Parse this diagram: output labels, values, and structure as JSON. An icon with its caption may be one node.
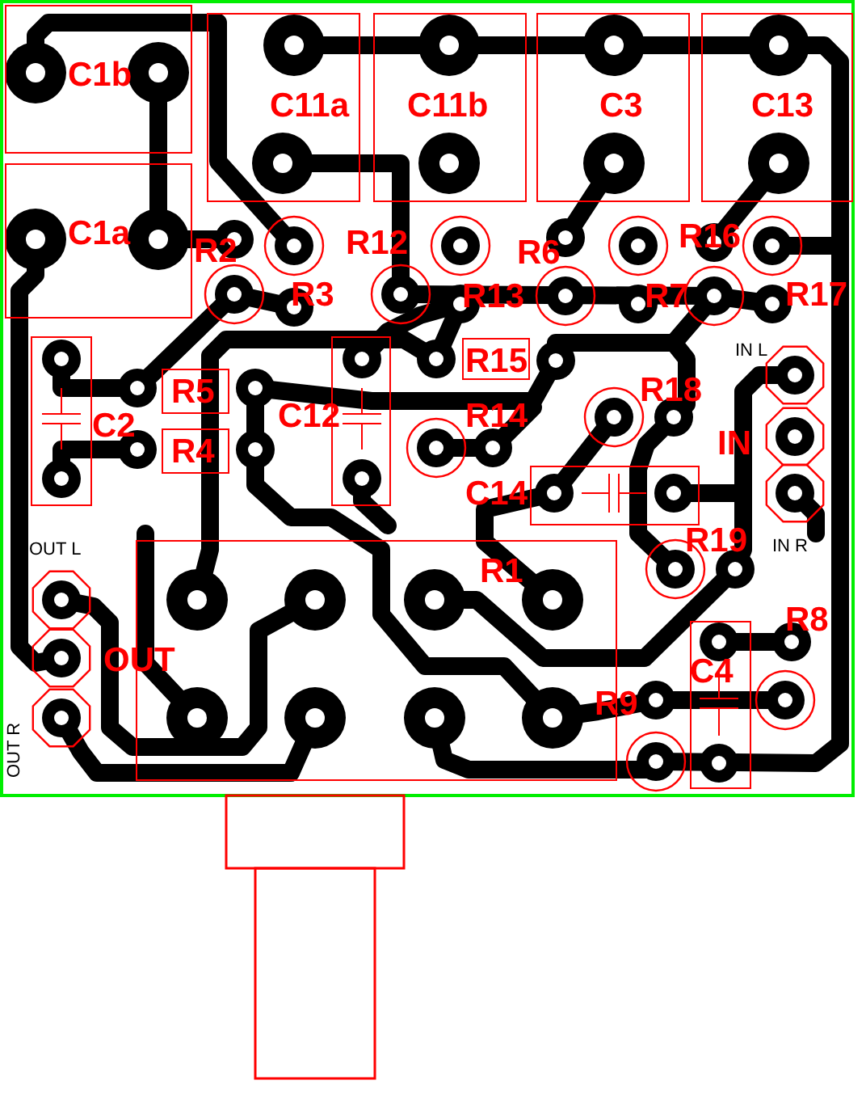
{
  "diagram": {
    "nodes": [
      {
        "text": [
          "C1b"
        ]
      },
      {
        "text": [
          "C11a"
        ]
      },
      {
        "text": [
          "C11b"
        ]
      },
      {
        "text": [
          "C3"
        ]
      },
      {
        "text": [
          "C13"
        ]
      },
      {
        "text": [
          "C1a"
        ]
      },
      {
        "text": [
          "R15"
        ]
      },
      {
        "text": [
          "C2"
        ]
      },
      {
        "text": [
          "R5"
        ]
      },
      {
        "text": [
          "C12"
        ]
      },
      {
        "text": [
          "R4"
        ]
      },
      {
        "text": [
          "C14"
        ]
      },
      {
        "text": [
          "R1"
        ]
      },
      {
        "text": [
          "C4"
        ]
      }
    ],
    "labels": [
      "R12",
      "R16",
      "R2",
      "R6",
      "R3",
      "R13",
      "R7",
      "R17",
      "IN L",
      "R18",
      "R14",
      "IN",
      "OUT L",
      "R19",
      "IN R",
      "R8",
      "OUT",
      "R9",
      "OUT R"
    ]
  }
}
